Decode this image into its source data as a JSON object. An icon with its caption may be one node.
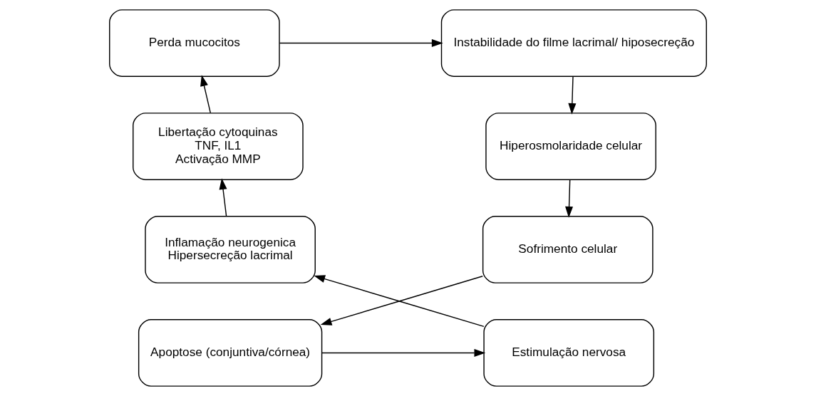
{
  "diagram": {
    "nodes": [
      {
        "text": [
          "Instabilidade do filme lacrimal/ hiposecreção"
        ]
      },
      {
        "text": [
          "Perda mucocitos"
        ]
      },
      {
        "text": [
          "Hiperosmolaridade celular"
        ]
      },
      {
        "text": [
          "Libertação cytoquinas",
          "TNF, IL1",
          "Activação MMP"
        ]
      },
      {
        "text": [
          "Sofrimento celular"
        ]
      },
      {
        "text": [
          "Inflamação neurogenica",
          "Hipersecreção lacrimal"
        ]
      },
      {
        "text": [
          "Apoptose (conjuntiva/córnea)"
        ]
      },
      {
        "text": [
          "Estimulação nervosa"
        ]
      }
    ],
    "edges": [
      {
        "from": 0,
        "to": 2,
        "arrow": "to"
      },
      {
        "from": 2,
        "to": 4,
        "arrow": "to"
      },
      {
        "from": 4,
        "to": 6,
        "arrow": "to"
      },
      {
        "from": 6,
        "to": 7,
        "arrow": "to"
      },
      {
        "from": 7,
        "to": 5,
        "arrow": "to"
      },
      {
        "from": 5,
        "to": 3,
        "arrow": "to"
      },
      {
        "from": 3,
        "to": 1,
        "arrow": "to"
      },
      {
        "from": 1,
        "to": 0,
        "arrow": "to"
      }
    ]
  }
}
